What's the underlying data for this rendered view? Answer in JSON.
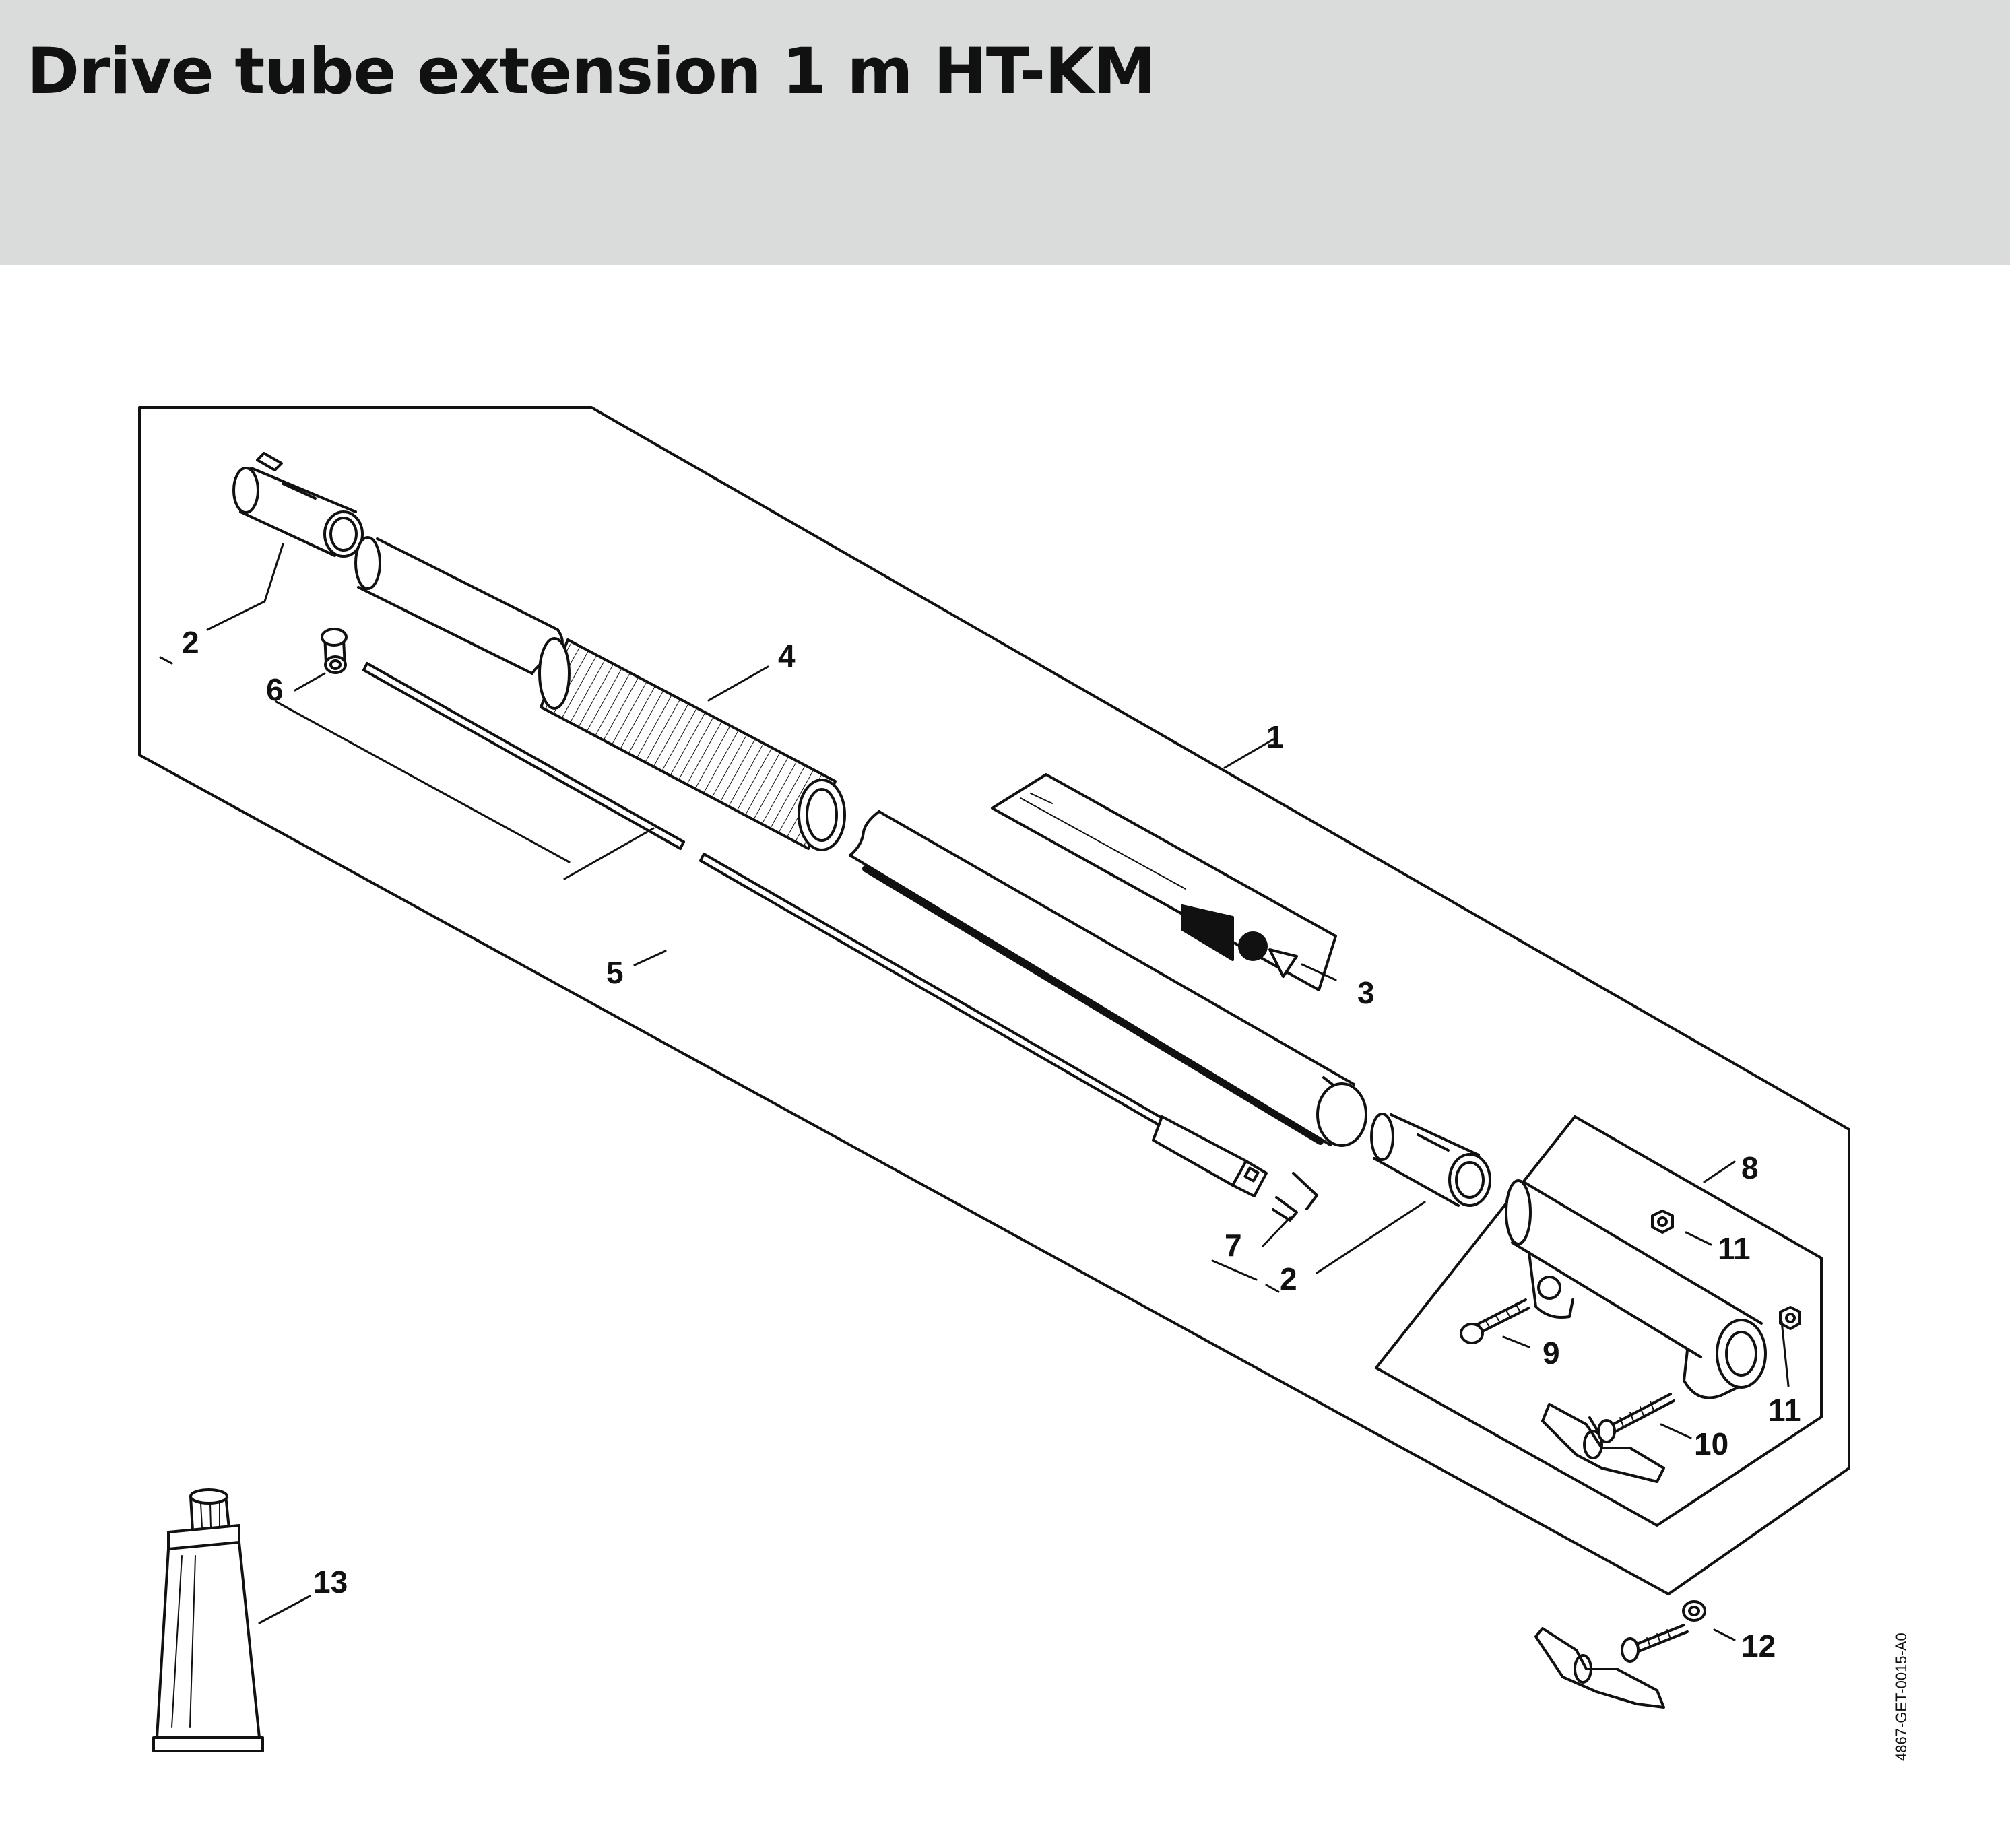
{
  "title": "Drive tube extension 1 m HT-KM",
  "callouts": {
    "c1": "1",
    "c2a": "2",
    "c2b": "2",
    "c3": "3",
    "c4": "4",
    "c5": "5",
    "c6": "6",
    "c7": "7",
    "c8": "8",
    "c9": "9",
    "c10": "10",
    "c11a": "11",
    "c11b": "11",
    "c12": "12",
    "c13": "13"
  },
  "doc_ref": "4867-GET-0015-A0",
  "colors": {
    "header_bg": "#dadcdb",
    "line": "#111111",
    "paper": "#ffffff"
  }
}
